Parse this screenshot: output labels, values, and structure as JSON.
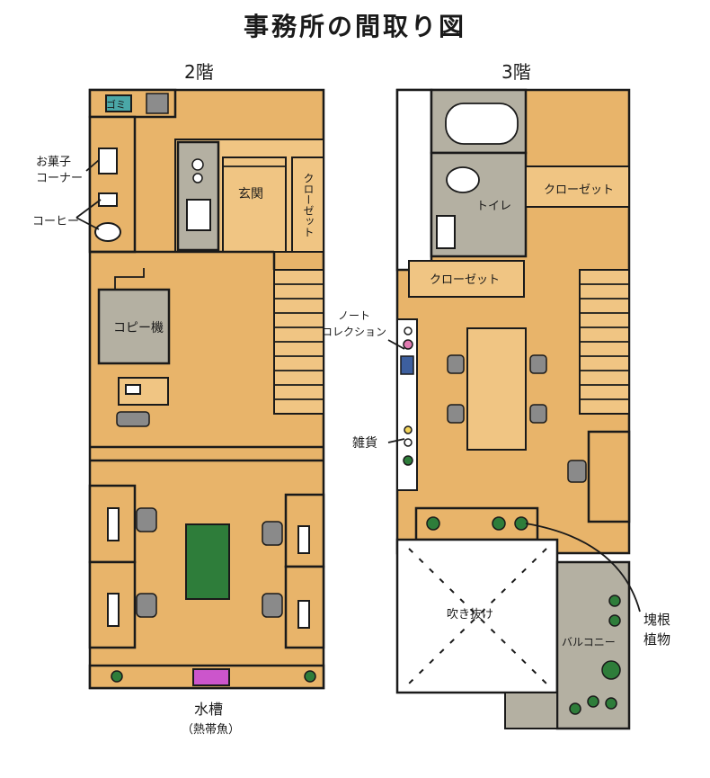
{
  "title": "事務所の間取り図",
  "floors": {
    "left": "2階",
    "right": "3階"
  },
  "labels2": {
    "gomi": "ゴミ",
    "okashi": "お菓子\nコーナー",
    "coffee": "コーヒー",
    "copy": "コピー機",
    "genkan": "玄関",
    "closet": "クローゼット",
    "suisou": "水槽",
    "nettaigyo": "（熱帯魚）"
  },
  "labels3": {
    "toilet": "トイレ",
    "closet_top": "クローゼット",
    "closet_mid": "クローゼット",
    "note": "ノート\nコレクション",
    "zakka": "雑貨",
    "fukinuke": "吹き抜け",
    "balcony": "バルコニー",
    "plants": "塊根\n植物"
  },
  "colors": {
    "floor": "#e8b46a",
    "floor_light": "#f0c583",
    "wet": "#b4b0a2",
    "table": "#2e7d3a",
    "aquarium": "#cc55cc",
    "chair": "#8a8a8a",
    "line": "#1a1a1a"
  }
}
